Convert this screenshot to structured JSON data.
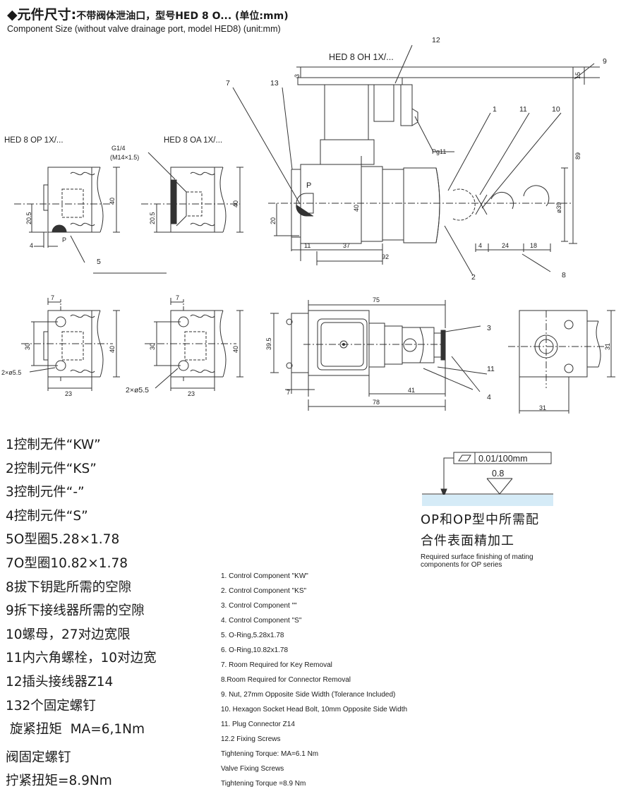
{
  "header": {
    "title_prefix": "◆元件尺寸:",
    "title_detail": "不带阀体泄油口，型号HED 8 O... (单位:mm)",
    "subtitle": "Component Size (without valve drainage port, model HED8) (unit:mm)"
  },
  "views": {
    "op_label": "HED 8 OP 1X/...",
    "oa_label": "HED 8 OA 1X/...",
    "oh_label": "HED 8 OH 1X/...",
    "thread_label": "G1/4",
    "thread_alt": "(M14×1.5)",
    "port_p": "P",
    "holes": "2×ø5.5",
    "pg": "Pg11",
    "dia": "ø39"
  },
  "dimensions": {
    "d3": "3",
    "d15": "15",
    "d89": "89",
    "d40": "40",
    "d20_5": "20.5",
    "d20": "20",
    "d4": "4",
    "d11": "11",
    "d37": "37",
    "d92": "92",
    "d24": "24",
    "d18": "18",
    "d7": "7",
    "d30": "30",
    "d23": "23",
    "d75": "75",
    "d39_5": "39.5",
    "d41": "41",
    "d78": "78",
    "d31": "31"
  },
  "callouts": [
    "1",
    "2",
    "3",
    "4",
    "5",
    "7",
    "8",
    "9",
    "10",
    "11",
    "12",
    "13"
  ],
  "legend_cn": [
    "1控制无件“KW”",
    "2控制元件“KS”",
    "3控制元件“-”",
    "4控制元件“S”",
    "5O型圈5.28×1.78",
    "7O型圈10.82×1.78",
    "8拔下钥匙所需的空隙",
    "9拆下接线器所需的空隙",
    "10螺母，27对边宽限",
    "11内六角螺栓，10对边宽",
    "12插头接线器Z14",
    "132个固定螺钉",
    " 旋紧扭矩  MA=6,1Nm",
    "阀固定螺钉",
    "拧紧扭矩=8.9Nm"
  ],
  "legend_en": [
    "1. Control Component \"KW\"",
    "2. Control Component \"KS\"",
    "3. Control Component \"\"",
    "4. Control Component \"S\"",
    "5. O-Ring,5.28x1.78",
    "6. O-Ring,10.82x1.78",
    "7. Room Required for Key Removal",
    "8.Room Required for Connector Removal",
    "9. Nut, 27mm Opposite Side Width (Tolerance Included)",
    "10. Hexagon Socket Head Bolt, 10mm Opposite Side Width",
    "11. Plug Connector Z14",
    "12.2 Fixing Screws",
    "Tightening Torque: MA=6.1 Nm",
    "Valve Fixing Screws",
    "Tightening Torque =8.9 Nm"
  ],
  "surface_spec": {
    "flatness": "0.01/100mm",
    "roughness": "0.8",
    "note_cn_1": "OP和OP型中所需配",
    "note_cn_2": "合件表面精加工",
    "note_en_1": "Required surface finishing of mating",
    "note_en_2": "components for OP series",
    "surface_color": "#d5ebf7"
  }
}
